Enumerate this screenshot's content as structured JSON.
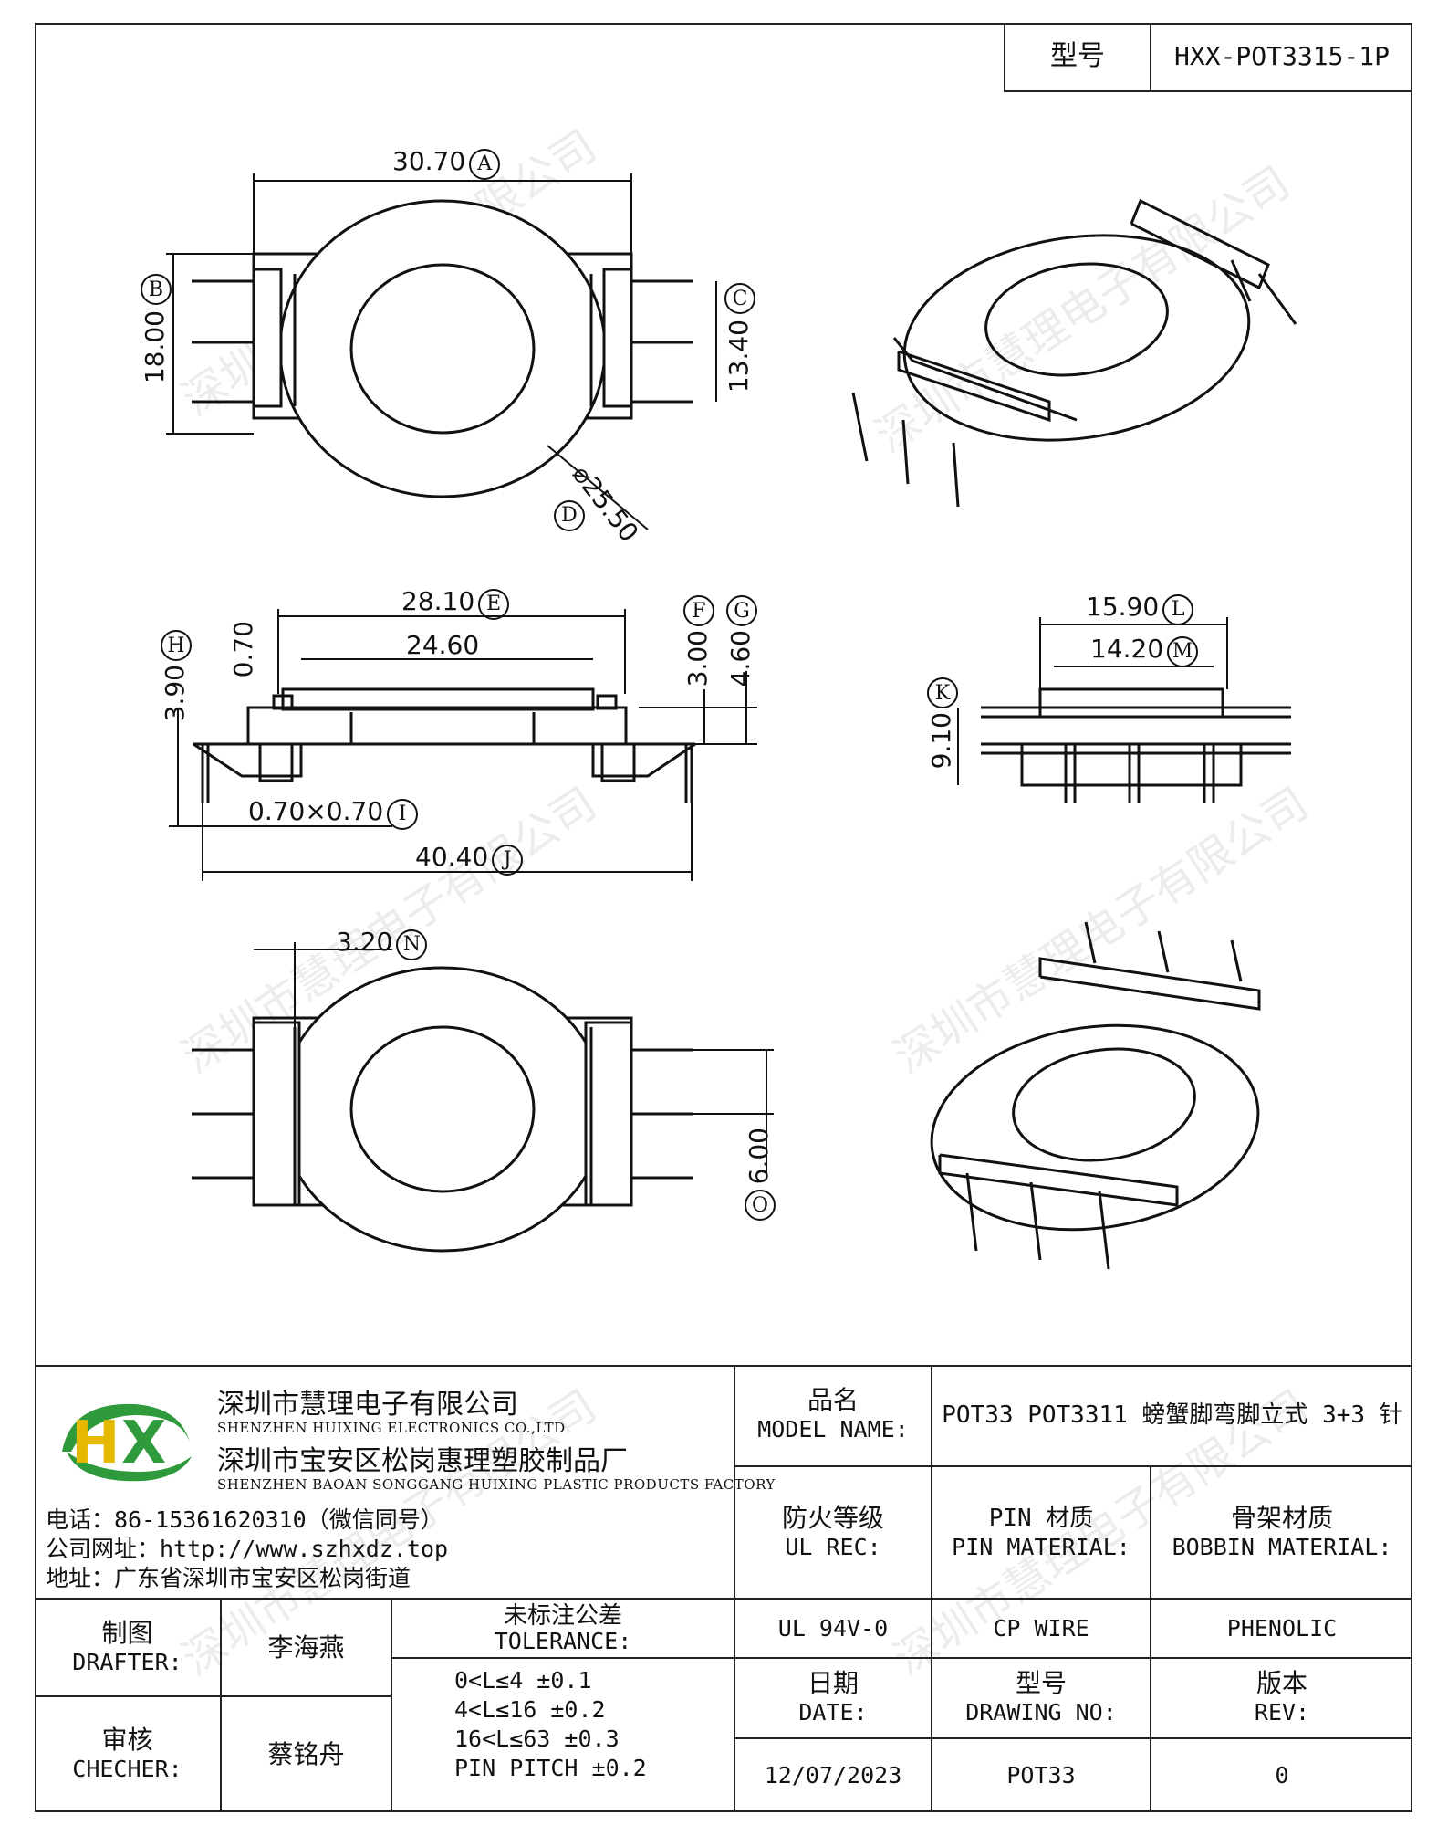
{
  "model_box": {
    "label": "型号",
    "value": "HXX-POT3315-1P"
  },
  "watermark": "深圳市慧理电子有限公司",
  "dimensions": {
    "A": {
      "value": "30.70",
      "letter": "A"
    },
    "B": {
      "value": "18.00",
      "letter": "B"
    },
    "C": {
      "value": "13.40",
      "letter": "C"
    },
    "D": {
      "value": "⌀25.50",
      "letter": "D"
    },
    "E": {
      "value": "28.10",
      "letter": "E"
    },
    "inner": {
      "value": "24.60"
    },
    "F": {
      "value": "3.00",
      "letter": "F"
    },
    "G": {
      "value": "4.60",
      "letter": "G"
    },
    "H": {
      "value": "3.90",
      "letter": "H"
    },
    "small": {
      "value": "0.70"
    },
    "I": {
      "value": "0.70×0.70",
      "letter": "I"
    },
    "J": {
      "value": "40.40",
      "letter": "J"
    },
    "K": {
      "value": "9.10",
      "letter": "K"
    },
    "L": {
      "value": "15.90",
      "letter": "L"
    },
    "M": {
      "value": "14.20",
      "letter": "M"
    },
    "N": {
      "value": "3.20",
      "letter": "N"
    },
    "O": {
      "value": "6.00",
      "letter": "O"
    }
  },
  "company": {
    "logo_text": "HX",
    "name_cn": "深圳市慧理电子有限公司",
    "name_en": "SHENZHEN HUIXING ELECTRONICS CO.,LTD",
    "factory_cn": "深圳市宝安区松岗惠理塑胶制品厂",
    "factory_en": "SHENZHEN BAOAN SONGGANG HUIXING PLASTIC PRODUCTS FACTORY",
    "phone": "电话：86-15361620310（微信同号）",
    "website": "公司网址：http://www.szhxdz.top",
    "address": "地址：广东省深圳市宝安区松岗街道"
  },
  "title_block": {
    "model_name_cn": "品名",
    "model_name_en": "MODEL NAME:",
    "model_name_value": "POT33 POT3311 螃蟹脚弯脚立式 3+3 针",
    "ul_cn": "防火等级",
    "ul_en": "UL REC:",
    "pin_cn": "PIN 材质",
    "pin_en": "PIN MATERIAL:",
    "bobbin_cn": "骨架材质",
    "bobbin_en": "BOBBIN MATERIAL:",
    "ul_value": "UL 94V-0",
    "pin_value": "CP WIRE",
    "bobbin_value": "PHENOLIC",
    "drafter_cn": "制图",
    "drafter_en": "DRAFTER:",
    "drafter_name": "李海燕",
    "checker_cn": "审核",
    "checker_en": "CHECHER:",
    "checker_name": "蔡铭舟",
    "tolerance_cn": "未标注公差",
    "tolerance_en": "TOLERANCE:",
    "tolerances": [
      "0<L≤4  ±0.1",
      "4<L≤16 ±0.2",
      "16<L≤63 ±0.3",
      "PIN PITCH ±0.2"
    ],
    "date_cn": "日期",
    "date_en": "DATE:",
    "date_value": "12/07/2023",
    "drawing_cn": "型号",
    "drawing_en": "DRAWING NO:",
    "drawing_value": "POT33",
    "rev_cn": "版本",
    "rev_en": "REV:",
    "rev_value": "0"
  },
  "colors": {
    "logo_green": "#2e9a3c",
    "logo_yellow": "#e6b800",
    "line": "#222222"
  }
}
